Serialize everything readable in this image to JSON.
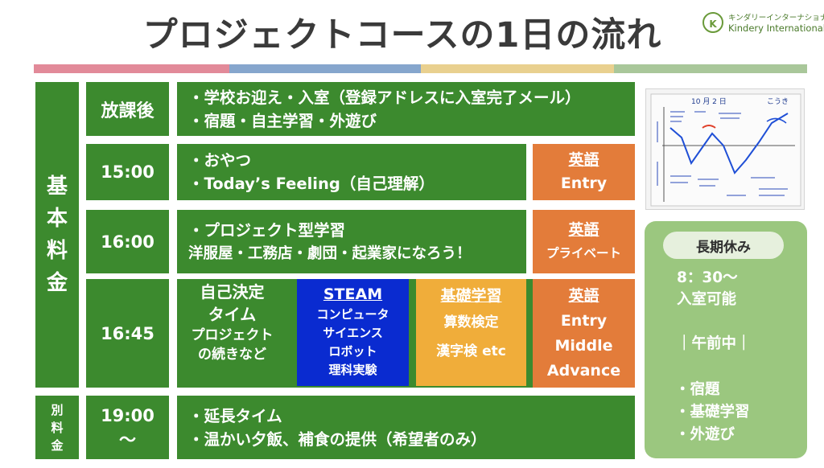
{
  "title": "プロジェクトコースの1日の流れ",
  "logo": {
    "badge": "K",
    "jp": "キンダリーインターナショナル",
    "en": "Kindery International"
  },
  "stripe_colors": [
    "#e28a99",
    "#86a6cd",
    "#e9d08f",
    "#a9c79a"
  ],
  "colors": {
    "green": "#3c8a2e",
    "orange": "#e37c3a",
    "blue": "#0a2bd0",
    "yellow": "#f0ad3a",
    "sidebar": "#9bc77f"
  },
  "left_labels": {
    "basic": "基本料金",
    "extra": "別料金"
  },
  "rows": {
    "r1": {
      "time": "放課後",
      "line1": "・学校お迎え・入室（登録アドレスに入室完了メール）",
      "line2": "・宿題・自主学習・外遊び"
    },
    "r2": {
      "time": "15:00",
      "line1": "・おやつ",
      "line2": "・Today’s Feeling（自己理解）",
      "eng_title": "英語",
      "eng_body": "Entry"
    },
    "r3": {
      "time": "16:00",
      "line1": "・プロジェクト型学習",
      "line2": "洋服屋・工務店・劇団・起業家になろう！",
      "eng_title": "英語",
      "eng_body": "プライベート"
    },
    "r4": {
      "time": "16:45",
      "self_l1": "自己決定",
      "self_l2": "タイム",
      "self_l3": "プロジェクト",
      "self_l4": "の続きなど",
      "steam_title": "STEAM",
      "steam_l1": "コンピュータ",
      "steam_l2": "サイエンス",
      "steam_l3": "ロボット",
      "steam_l4": "理科実験",
      "basic_title": "基礎学習",
      "basic_l1": "算数検定",
      "basic_l2": "漢字検 etc",
      "eng_title": "英語",
      "eng_l1": "Entry",
      "eng_l2": "Middle",
      "eng_l3": "Advance"
    },
    "r5": {
      "time1": "19:00",
      "time2": "〜",
      "line1": "・延長タイム",
      "line2": "・温かい夕飯、補食の提供（希望者のみ）"
    }
  },
  "sidebar": {
    "header": "長期休み",
    "time": "8：30〜",
    "entry": "入室可能",
    "morning": "｜午前中｜",
    "item1": "・宿題",
    "item2": "・基礎学習",
    "item3": "・外遊び"
  },
  "photo": {
    "date": "10 月 2 日",
    "name": "こうき"
  }
}
